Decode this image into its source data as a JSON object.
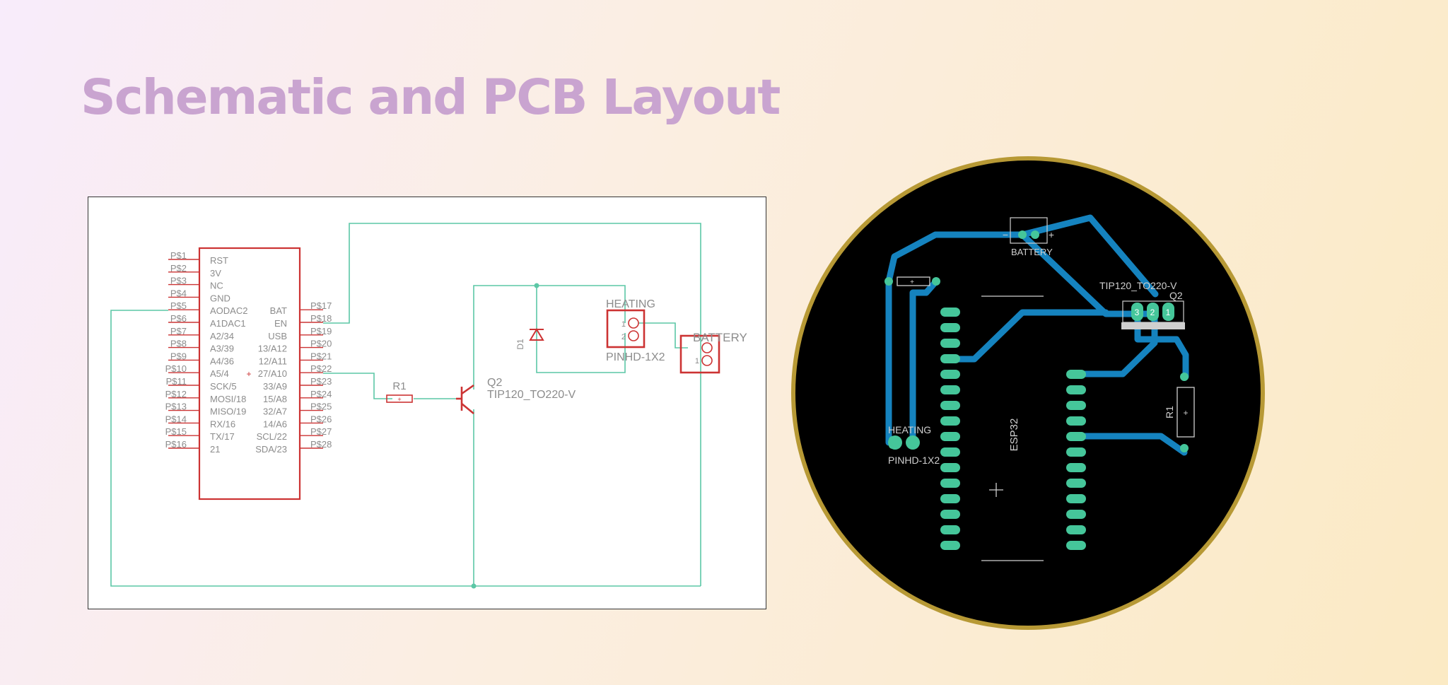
{
  "slide": {
    "title": "Schematic and PCB Layout"
  },
  "schematic": {
    "left_pins": [
      "P$1",
      "P$2",
      "P$3",
      "P$4",
      "P$5",
      "P$6",
      "P$7",
      "P$8",
      "P$9",
      "P$10",
      "P$11",
      "P$12",
      "P$13",
      "P$14",
      "P$15",
      "P$16"
    ],
    "right_pins": [
      "P$17",
      "P$18",
      "P$19",
      "P$20",
      "P$21",
      "P$22",
      "P$23",
      "P$24",
      "P$25",
      "P$26",
      "P$27",
      "P$28"
    ],
    "inner_left": [
      "RST",
      "3V",
      "NC",
      "GND",
      "AODAC2",
      "A1DAC1",
      "A2/34",
      "A3/39",
      "A4/36",
      "A5/4",
      "SCK/5",
      "MOSI/18",
      "MISO/19",
      "RX/16",
      "TX/17",
      "21"
    ],
    "inner_right": [
      "BAT",
      "EN",
      "USB",
      "13/A12",
      "12/A11",
      "27/A10",
      "33/A9",
      "15/A8",
      "32/A7",
      "14/A6",
      "SCL/22",
      "SDA/23"
    ],
    "r1": "R1",
    "q2": "Q2",
    "q2_pkg": "TIP120_TO220-V",
    "d1": "D1",
    "heating": "HEATING",
    "heating_pkg": "PINHD-1X2",
    "battery": "BATTERY",
    "pin1": "1",
    "pin2": "2"
  },
  "pcb": {
    "battery": "BATTERY",
    "q2_pkg": "TIP120_TO220-V",
    "q2": "Q2",
    "q2_pins": [
      "3",
      "2",
      "1"
    ],
    "r1": "R1",
    "heating": "HEATING",
    "heating_pkg": "PINHD-1X2",
    "esp32": "ESP32",
    "minus": "−",
    "plus": "+"
  },
  "colors": {
    "title": "#c9a4d0",
    "wire": "#5cc7a6",
    "part": "#cc3333",
    "pin_label": "#8c8c8c",
    "board_rim": "#b79935",
    "trace": "#1583bf",
    "pad": "#45c69a"
  }
}
